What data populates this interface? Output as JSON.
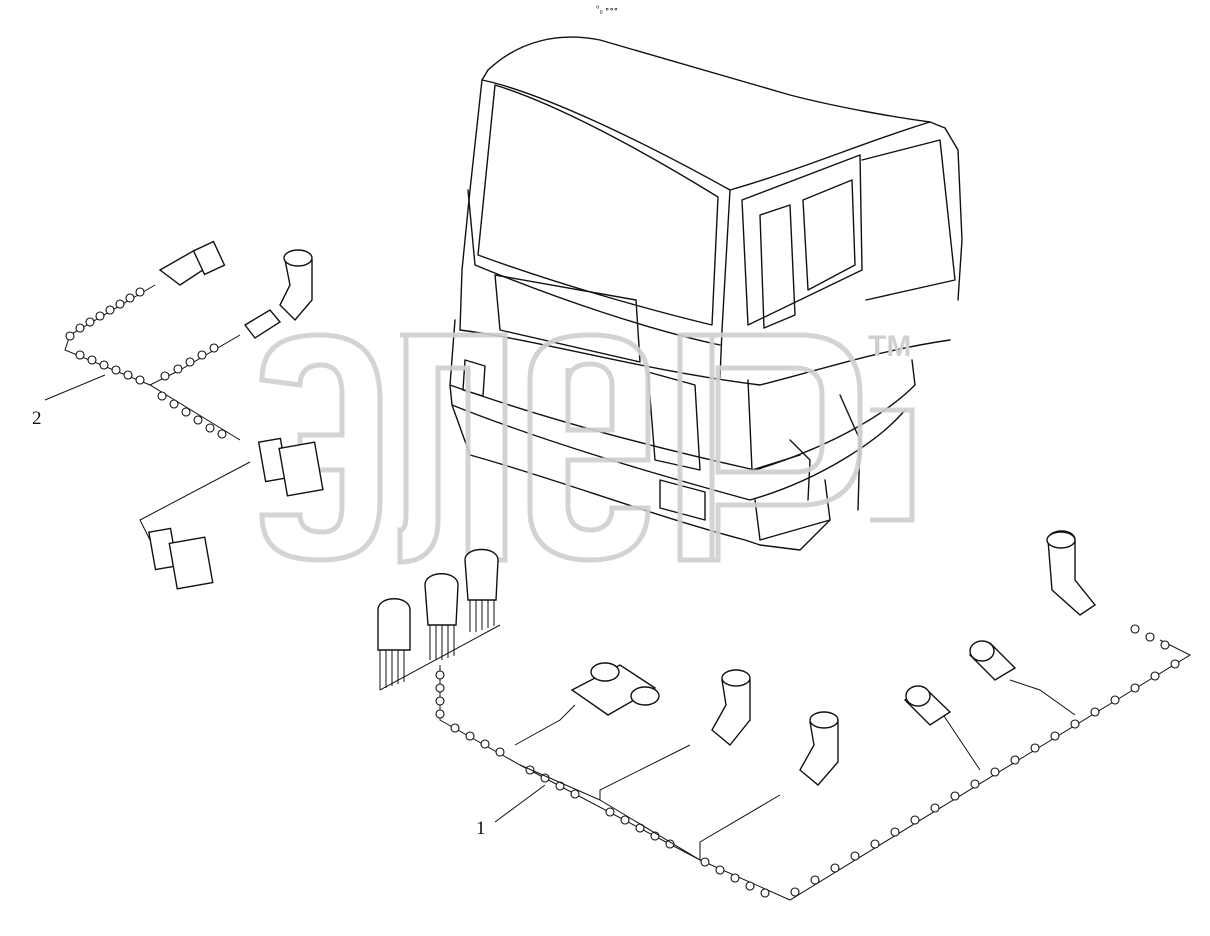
{
  "figure": {
    "top_mark": "°₀ ∘∘∘",
    "callouts": [
      {
        "id": "1",
        "label": "1"
      },
      {
        "id": "2",
        "label": "2"
      }
    ],
    "watermark": {
      "text": "элер",
      "trademark": "TM",
      "color": "#cfcfcf"
    },
    "line_color": "#111111",
    "background": "#ffffff"
  }
}
